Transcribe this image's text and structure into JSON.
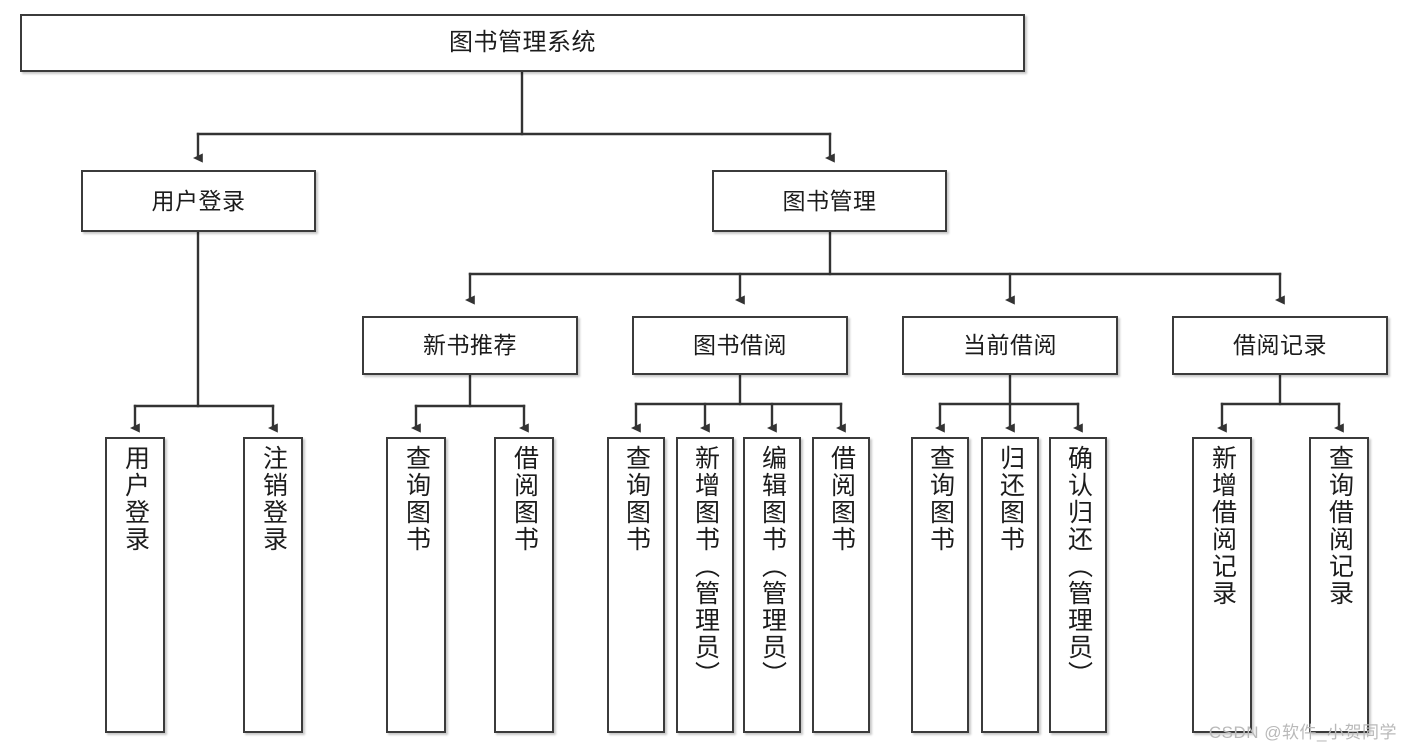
{
  "diagram": {
    "title": "图书管理系统",
    "type": "functional-structure-tree",
    "watermark": "CSDN @软件_小贺同学",
    "colors": {
      "box_border": "#3b3b3b",
      "box_fill": "#ffffff",
      "edge": "#333333",
      "text": "#1c1c1c",
      "watermark": "#b9b9b9"
    },
    "nodes": {
      "root": {
        "label": "图书管理系统"
      },
      "level2": [
        {
          "id": "user-login",
          "label": "用户登录"
        },
        {
          "id": "book-manage",
          "label": "图书管理"
        }
      ],
      "level3": [
        {
          "id": "new-book-recommend",
          "label": "新书推荐"
        },
        {
          "id": "book-borrow",
          "label": "图书借阅"
        },
        {
          "id": "current-borrow",
          "label": "当前借阅"
        },
        {
          "id": "borrow-record",
          "label": "借阅记录"
        }
      ],
      "leaves": {
        "user_login": [
          {
            "id": "leaf-user-login",
            "label": "用户登录"
          },
          {
            "id": "leaf-logout-login",
            "label": "注销登录"
          }
        ],
        "new_book_recommend": [
          {
            "id": "leaf-query-book-1",
            "label": "查询图书"
          },
          {
            "id": "leaf-borrow-book-1",
            "label": "借阅图书"
          }
        ],
        "book_borrow": [
          {
            "id": "leaf-query-book-2",
            "label": "查询图书"
          },
          {
            "id": "leaf-add-book",
            "label": "新增图书（管理员）"
          },
          {
            "id": "leaf-edit-book",
            "label": "编辑图书（管理员）"
          },
          {
            "id": "leaf-borrow-book-2",
            "label": "借阅图书"
          }
        ],
        "current_borrow": [
          {
            "id": "leaf-query-book-3",
            "label": "查询图书"
          },
          {
            "id": "leaf-return-book",
            "label": "归还图书"
          },
          {
            "id": "leaf-confirm-return",
            "label": "确认归还（管理员）"
          }
        ],
        "borrow_record": [
          {
            "id": "leaf-add-record",
            "label": "新增借阅记录"
          },
          {
            "id": "leaf-query-record",
            "label": "查询借阅记录"
          }
        ]
      }
    }
  }
}
